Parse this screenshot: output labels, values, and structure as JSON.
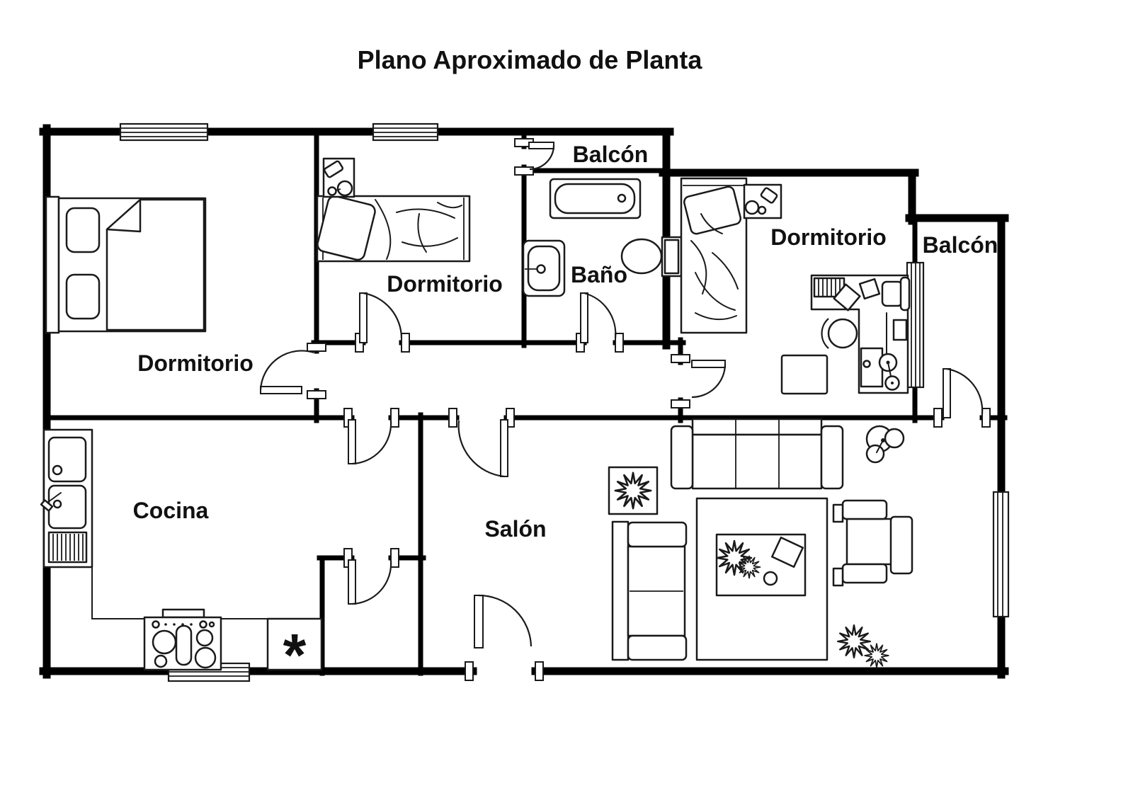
{
  "title": "Plano Aproximado de Planta",
  "rooms": {
    "dormitorio_1": {
      "label": "Dormitorio"
    },
    "dormitorio_2": {
      "label": "Dormitorio"
    },
    "dormitorio_3": {
      "label": "Dormitorio"
    },
    "balcon_1": {
      "label": "Balcón"
    },
    "balcon_2": {
      "label": "Balcón"
    },
    "bano": {
      "label": "Baño"
    },
    "cocina": {
      "label": "Cocina"
    },
    "salon": {
      "label": "Salón"
    }
  },
  "symbols": {
    "appliance_asterisk": "*"
  },
  "colors": {
    "wall": "#000000",
    "line": "#1a1a1a",
    "background": "#ffffff",
    "text": "#111111"
  }
}
